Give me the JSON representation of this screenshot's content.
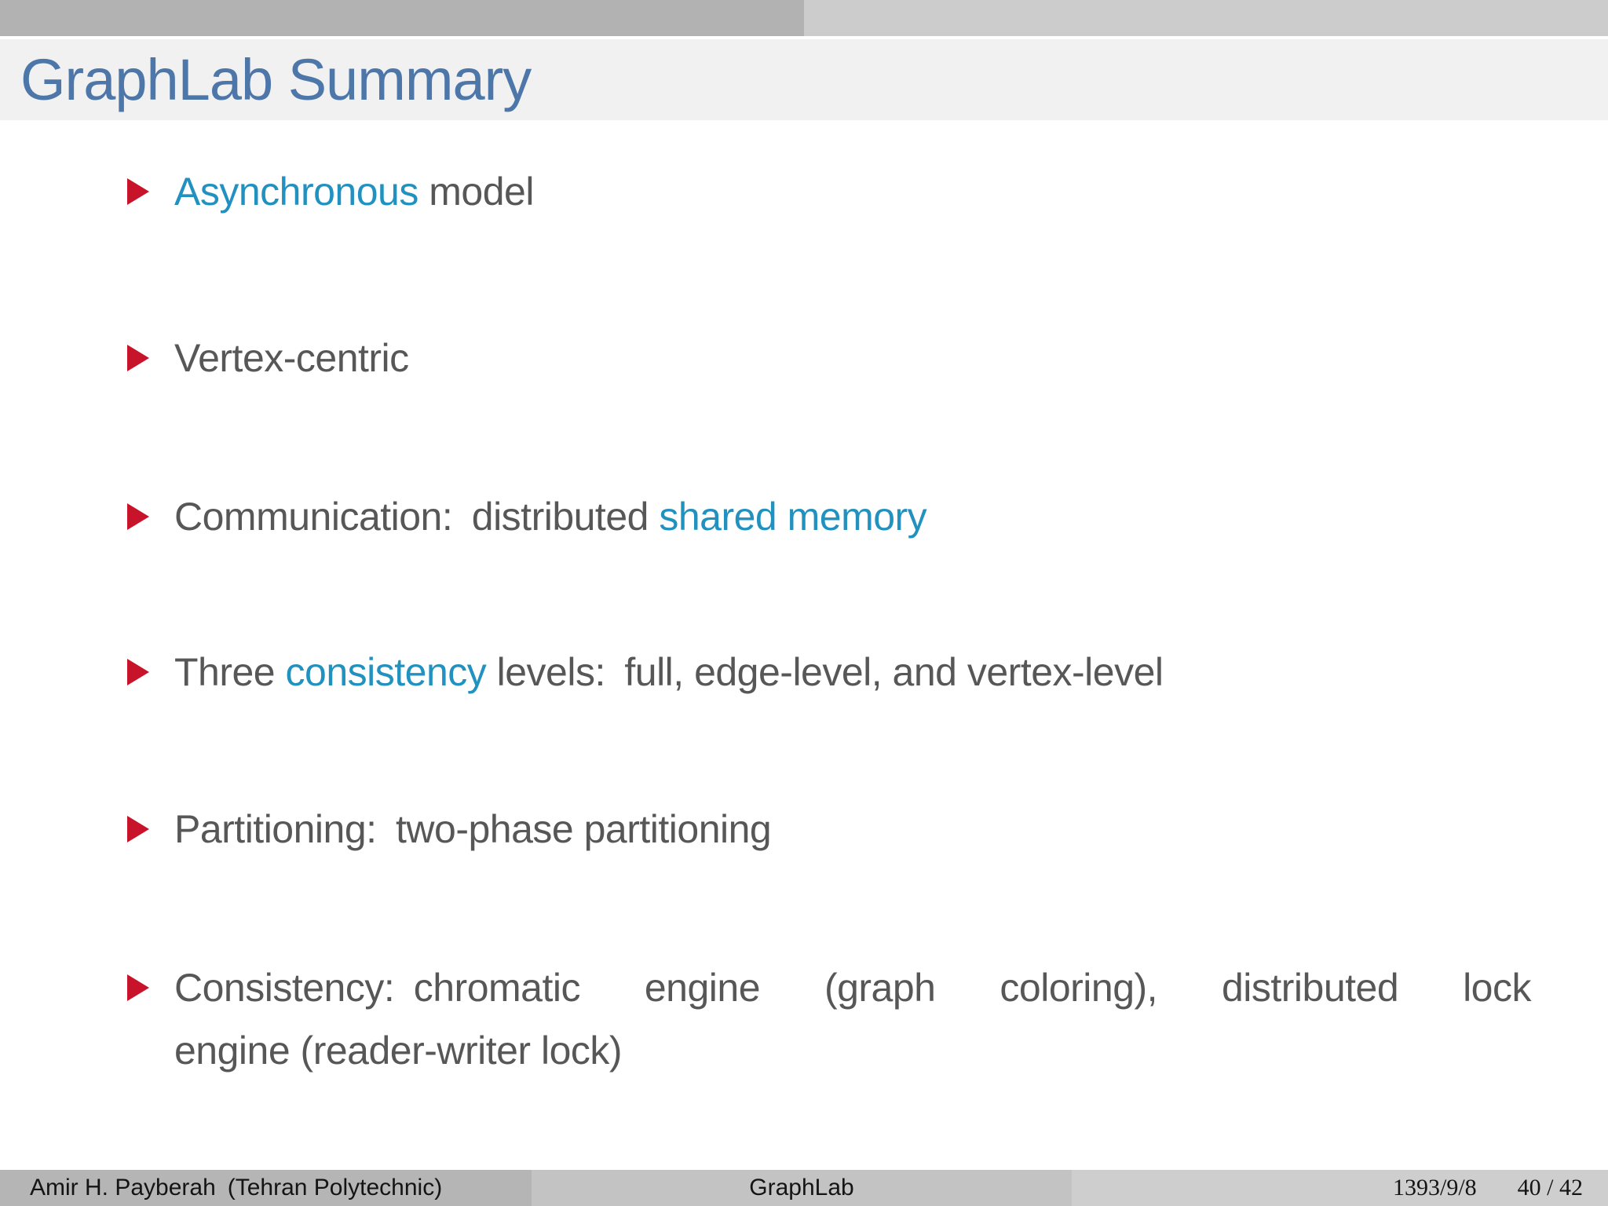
{
  "slide": {
    "title": "GraphLab Summary",
    "bullets": [
      {
        "segments": [
          {
            "text": "Asynchronous",
            "style": "accent"
          },
          {
            "text": " model",
            "style": "normal"
          }
        ]
      },
      {
        "segments": [
          {
            "text": "Vertex-centric",
            "style": "normal"
          }
        ]
      },
      {
        "segments": [
          {
            "text": "Communication: distributed ",
            "style": "normal"
          },
          {
            "text": "shared memory",
            "style": "accent"
          }
        ]
      },
      {
        "segments": [
          {
            "text": "Three ",
            "style": "normal"
          },
          {
            "text": "consistency",
            "style": "accent"
          },
          {
            "text": " levels: full, edge-level, and vertex-level",
            "style": "normal"
          }
        ]
      },
      {
        "segments": [
          {
            "text": "Partitioning: two-phase partitioning",
            "style": "normal"
          }
        ]
      },
      {
        "segments": [
          {
            "text": "Consistency: chromatic engine (graph coloring), distributed lock",
            "style": "normal"
          }
        ],
        "line2": "engine (reader-writer lock)"
      }
    ]
  },
  "footer": {
    "author": "Amir H. Payberah (Tehran Polytechnic)",
    "title": "GraphLab",
    "date": "1393/9/8",
    "page": "40 / 42"
  },
  "colors": {
    "accent": "#2191c0",
    "title_text": "#4d76a9",
    "bullet": "#c8142a",
    "body_text": "#575757",
    "topbar_left": "#b2b2b2",
    "topbar_right": "#cccccc",
    "title_band": "#f1f1f1",
    "footer_left_bg": "#b5b5b5",
    "footer_mid_bg": "#c3c3c3",
    "footer_right_bg": "#cecece",
    "footer_text": "#141414"
  }
}
